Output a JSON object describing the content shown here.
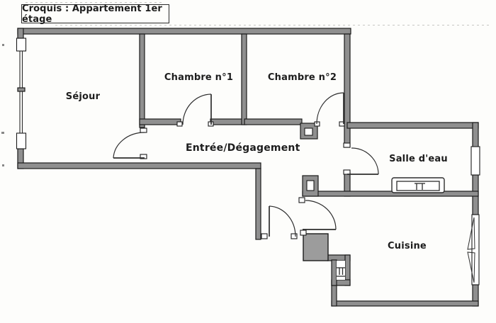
{
  "title": "Croquis : Appartement 1er étage",
  "rooms": {
    "sejour": "Séjour",
    "chambre_1": "Chambre n°1",
    "chambre_2": "Chambre n°2",
    "entree": "Entrée/Dégagement",
    "salle_d_eau": "Salle d'eau",
    "cuisine": "Cuisine"
  },
  "colors": {
    "wall_fill": "#8f8f8f",
    "wall_edge": "#1c1c1c",
    "paper": "#fdfdfb",
    "ink": "#1d1d1d"
  }
}
